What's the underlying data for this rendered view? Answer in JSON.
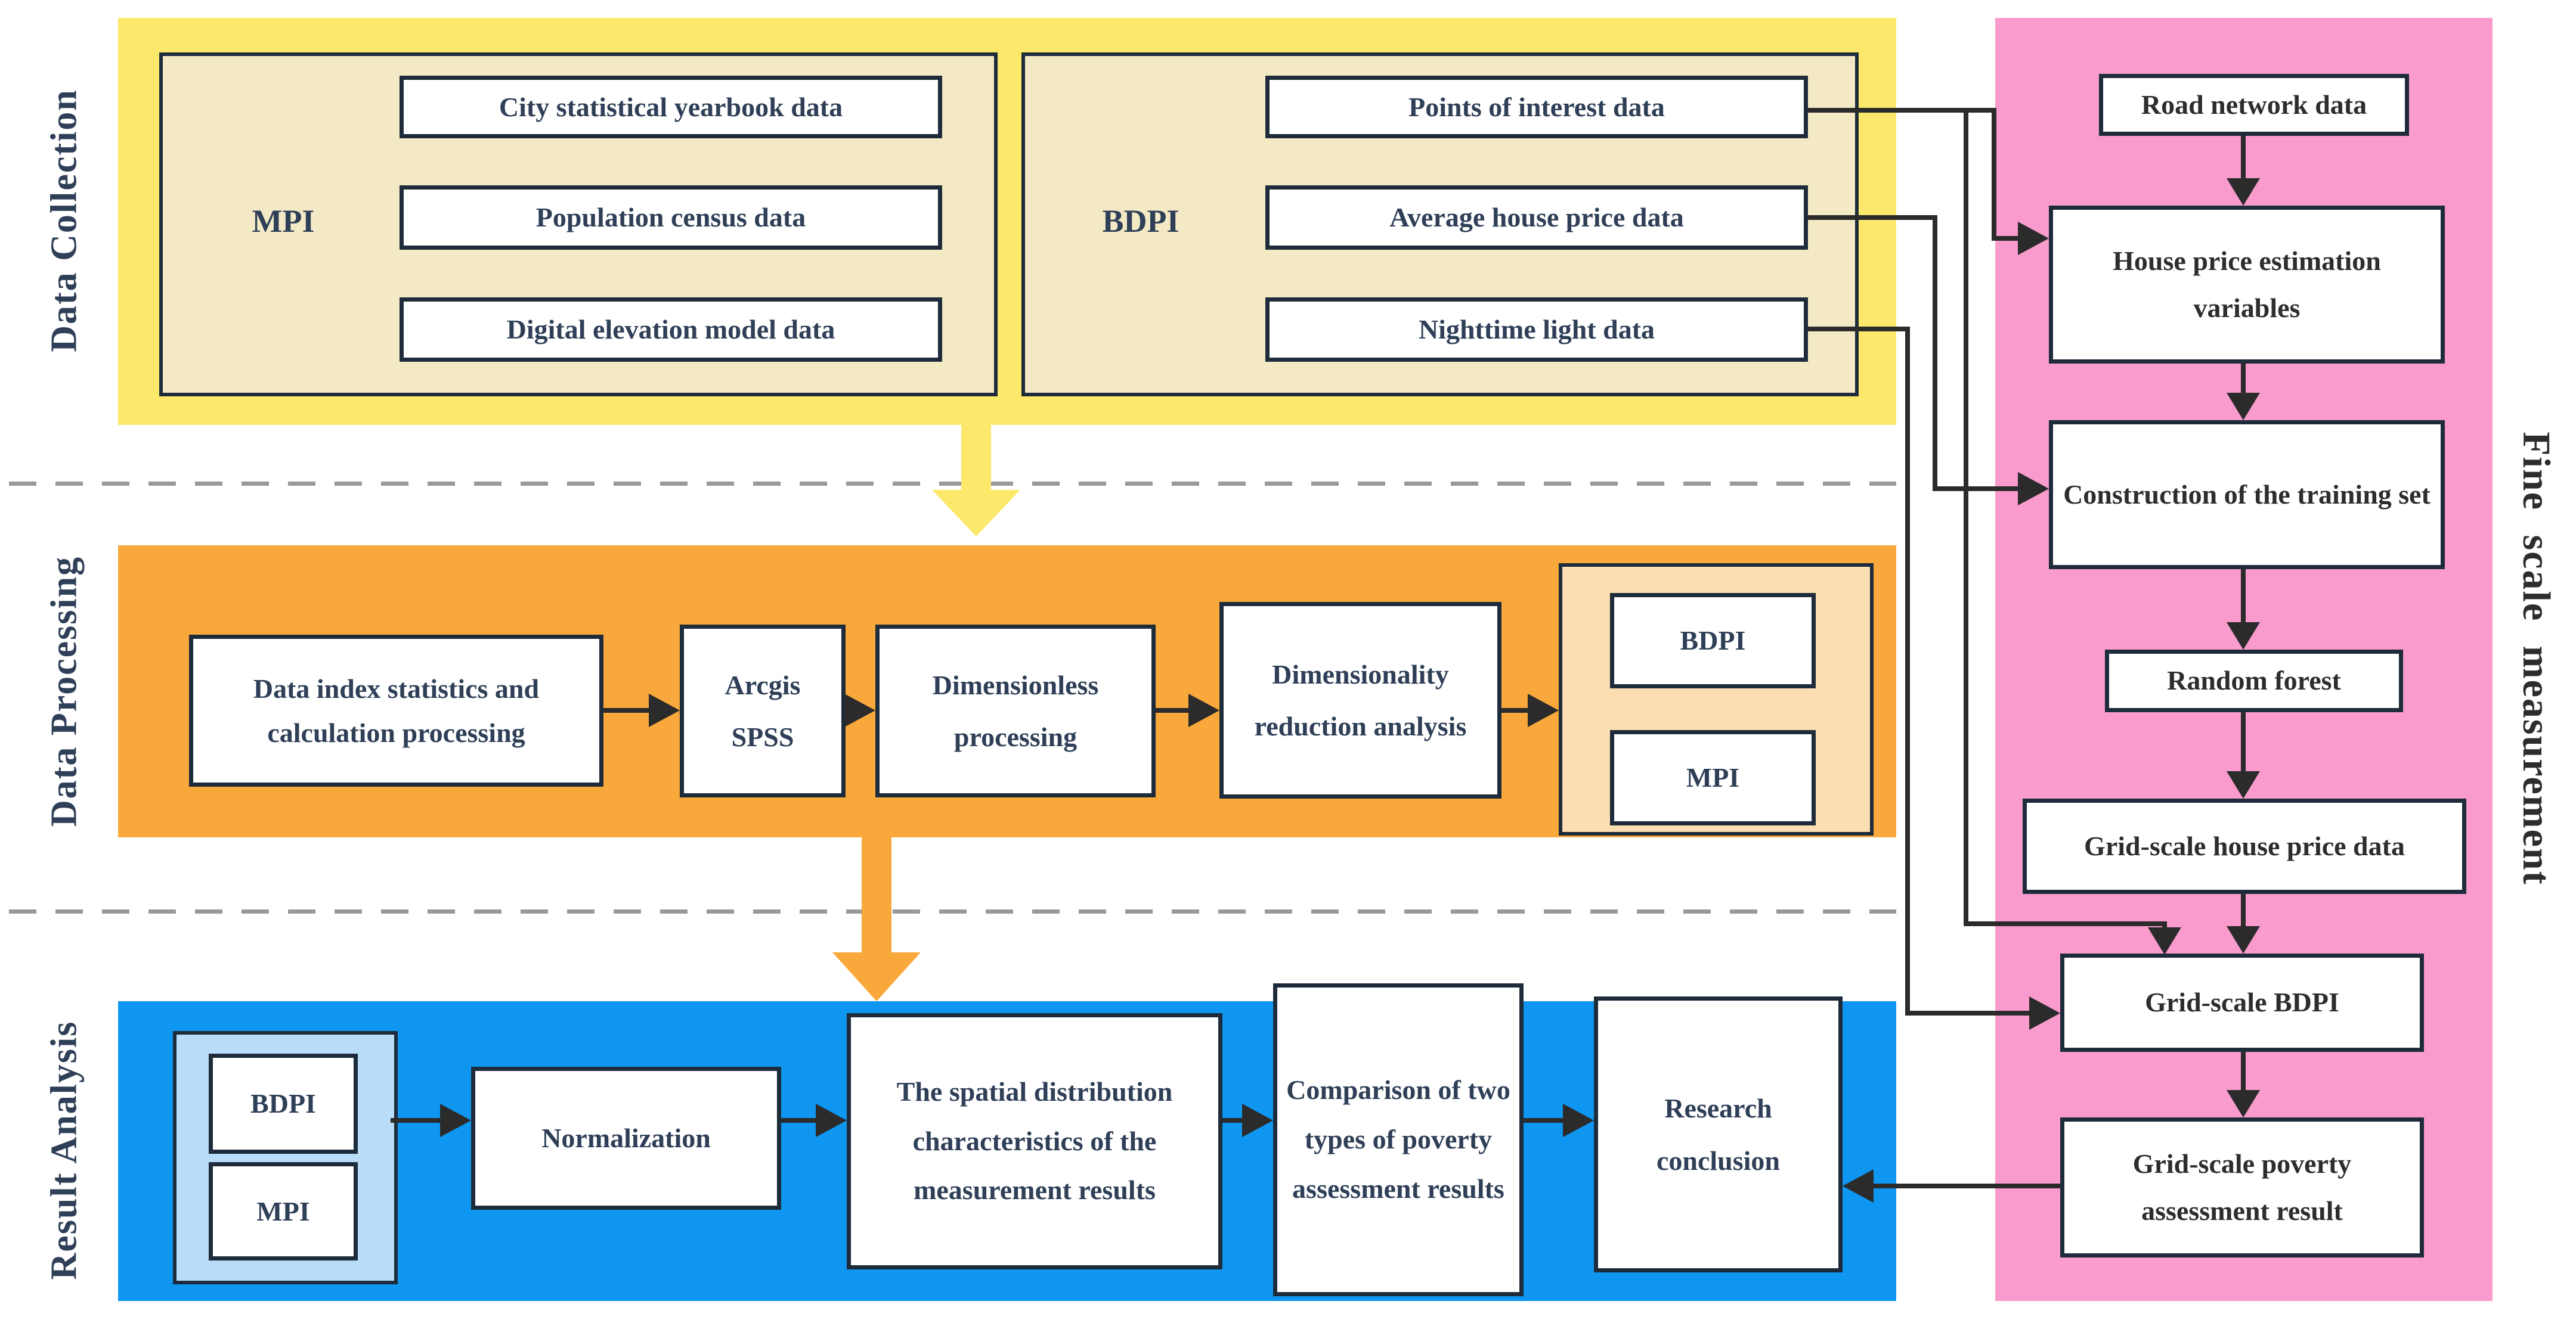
{
  "sections": {
    "data_collection": "Data Collection",
    "data_processing": "Data Processing",
    "result_analysis": "Result Analysis",
    "fine_scale": "Fine scale measurement"
  },
  "collection": {
    "mpi": {
      "label": "MPI",
      "items": [
        "City statistical yearbook data",
        "Population census data",
        "Digital elevation model data"
      ]
    },
    "bdpi": {
      "label": "BDPI",
      "items": [
        "Points of interest data",
        "Average house price data",
        "Nighttime light data"
      ]
    }
  },
  "processing": {
    "steps": [
      "Data index statistics and calculation processing",
      "Arcgis SPSS",
      "Dimensionless processing",
      "Dimensionality reduction analysis"
    ],
    "outputs": [
      "BDPI",
      "MPI"
    ]
  },
  "analysis": {
    "inputs": [
      "BDPI",
      "MPI"
    ],
    "steps": [
      "Normalization",
      "The spatial distribution characteristics of the measurement results",
      "Comparison of two types of poverty assessment results",
      "Research conclusion"
    ]
  },
  "fine_scale_flow": {
    "steps": [
      "Road network data",
      "House price estimation variables",
      "Construction of the training set",
      "Random forest",
      "Grid-scale house price data",
      "Grid-scale BDPI",
      "Grid-scale poverty assessment result"
    ]
  },
  "colors": {
    "yellow_panel": "#fce96b",
    "cream_container": "#f3eac5",
    "orange_panel": "#f9a83b",
    "peach_container": "#fbdfb2",
    "blue_panel": "#0e96f1",
    "light_blue_container": "#b9dcf8",
    "pink_panel": "#f99bcd",
    "box_border": "#1d2b3a",
    "connector": "#2b2b2b",
    "text_navy": "#2e3f57",
    "text_dark": "#2d2d2d"
  }
}
